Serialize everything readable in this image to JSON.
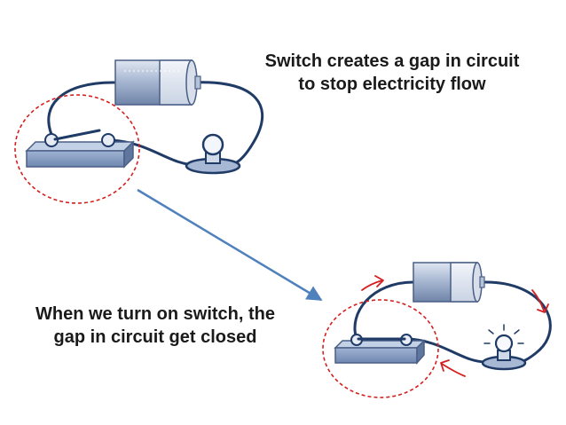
{
  "captions": {
    "top_line1": "Switch creates a gap in circuit",
    "top_line2": "to stop electricity flow",
    "bottom_line1": "When we turn on switch, the",
    "bottom_line2": "gap in circuit get closed"
  },
  "colors": {
    "wire": "#1f3b66",
    "battery_body": "#7f93b5",
    "highlight_ring": "#d42020",
    "current_arrow": "#d42020",
    "transition_arrow": "#4f81bd",
    "text": "#1a1a1a"
  },
  "icons": [
    "battery-icon",
    "switch-icon",
    "bulb-icon",
    "arrow-icon"
  ]
}
